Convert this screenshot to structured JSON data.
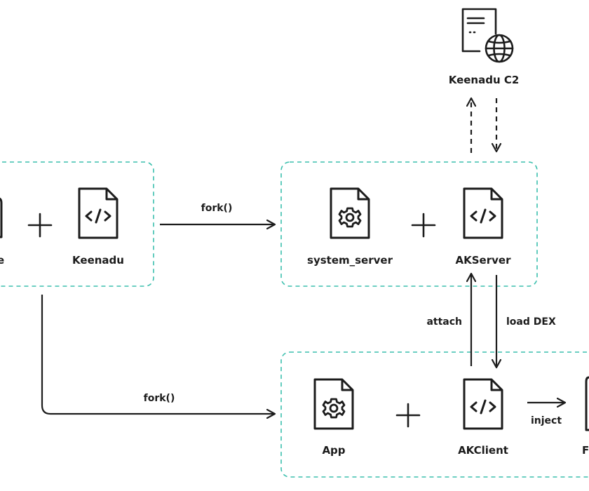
{
  "nodes": {
    "zygote_partial": "e",
    "keenadu": "Keenadu",
    "system_server": "system_server",
    "akserver": "AKServer",
    "c2": "Keenadu C2",
    "app": "App",
    "akclient": "AKClient",
    "right_partial": "F"
  },
  "edges": {
    "fork_top": "fork()",
    "fork_bottom": "fork()",
    "attach": "attach",
    "load_dex": "load DEX",
    "inject": "inject"
  },
  "colors": {
    "ink": "#1c1c1c",
    "container_border": "#3bbfad"
  },
  "icons": {
    "code_file": "code-file-icon",
    "gear_file": "gear-file-icon",
    "server": "server-globe-icon",
    "plus": "plus-icon"
  }
}
